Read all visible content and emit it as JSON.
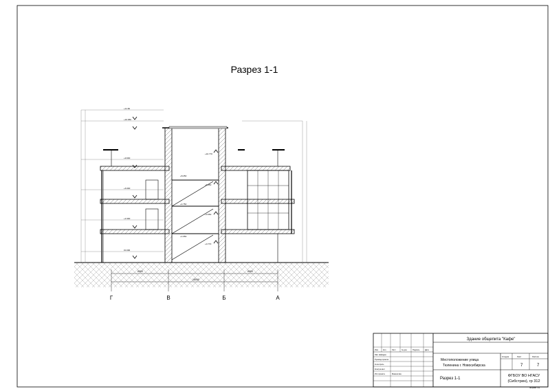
{
  "drawing": {
    "title": "Разрез 1-1",
    "axes": [
      "Г",
      "В",
      "Б",
      "А"
    ],
    "elevations_left": [
      "+11.60",
      "+10.950",
      "+9.600",
      "+6.600",
      "+3.300",
      "±0.000"
    ],
    "elevations_stair": [
      "+10.770",
      "+8.250",
      "+6.950",
      "+4.750",
      "+3.650",
      "+1.650",
      "+0.770"
    ],
    "dimensions_bottom": [
      "6000",
      "6000",
      "18000"
    ]
  },
  "titleblock": {
    "project": "Здание общепита \"Кафе\"",
    "location_line1": "Местоположение улица",
    "location_line2": "Тюленина г. Новосибирска",
    "stage_header": "Стадия",
    "sheet_header": "Лист",
    "sheets_header": "Листов",
    "sheet_no": "7",
    "sheets_total": "7",
    "drawing_name": "Разрез 1-1",
    "org_line1": "ФГБОУ ВО НГАСУ",
    "org_line2": "(Сибстрин), гр 312",
    "format": "Формат А3",
    "revisions": [
      "Изм.",
      "Кол.",
      "Лист",
      "№ док.",
      "Подпись",
      "Дата"
    ],
    "roles": [
      "Зав. кафедры",
      "Руковод.проекта",
      "Н.контроль",
      "Консультант",
      "Исп.проекта"
    ],
    "executor": "Мамонтова"
  }
}
